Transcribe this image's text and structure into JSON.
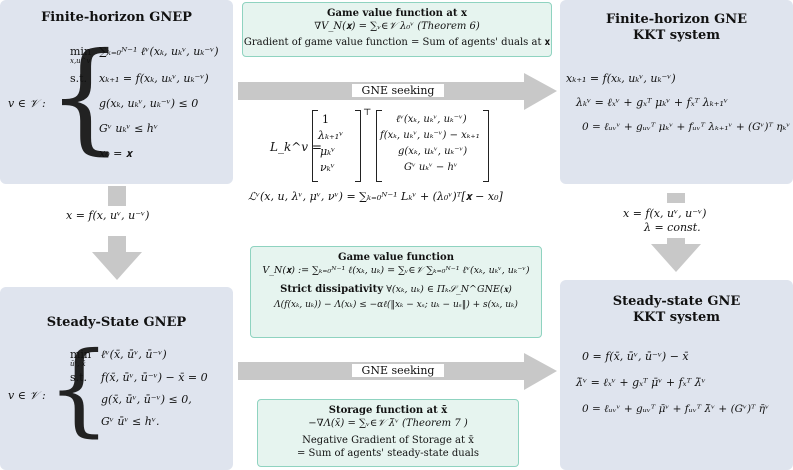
{
  "colors": {
    "box": "#dfe4ee",
    "green_fill": "#e6f4ef",
    "green_border": "#8fd3c0",
    "arrow": "#c8c8c8",
    "highlight": "#d62020"
  },
  "gnep_finite": {
    "title": "Finite-horizon GNEP",
    "set_label": "v ∈ 𝒱 :",
    "min_op": "min",
    "min_sub": "x,u^v",
    "objective": "∑ₖ₌₀ᴺ⁻¹ ℓᵛ(xₖ, uₖᵛ, uₖ⁻ᵛ)",
    "st_label": "s.t.",
    "c1": "xₖ₊₁ = f(xₖ, uₖᵛ, uₖ⁻ᵛ)",
    "c2": "g(xₖ, uₖᵛ, uₖ⁻ᵛ) ≤ 0",
    "c3": "Gᵛ uₖᵛ ≤ hᵛ",
    "c4": "x₀ = 𝐱"
  },
  "gnep_ss": {
    "title": "Steady-State GNEP",
    "set_label": "v ∈ 𝒱 :",
    "min_op": "min",
    "min_sub": "ūᵛ, x̄",
    "objective": "ℓᵛ(x̄, ūᵛ, ū⁻ᵛ)",
    "st_label": "s.t.",
    "c1": "f(x̄, ūᵛ, ū⁻ᵛ) − x̄ = 0",
    "c2": "g(x̄, ūᵛ, ū⁻ᵛ) ≤ 0,",
    "c3": "Gᵛ ūᵛ ≤ hᵛ."
  },
  "kkt_finite": {
    "title1": "Finite-horizon GNE",
    "title2": "KKT system",
    "eq1": "xₖ₊₁ = f(xₖ, uₖᵛ, uₖ⁻ᵛ)",
    "eq2": "λₖᵛ = ℓₓᵛ + gₓᵀ μₖᵛ + fₓᵀ λₖ₊₁ᵛ",
    "eq3": "0 = ℓᵤᵥᵛ + gᵤᵥᵀ μₖᵛ + fᵤᵥᵀ λₖ₊₁ᵛ + (Gᵛ)ᵀ ηₖᵛ"
  },
  "kkt_ss": {
    "title1": "Steady-state GNE",
    "title2": "KKT system",
    "eq1": "0 = f(x̄, ūᵛ, ū⁻ᵛ) − x̄",
    "eq2": "λ̄ᵛ = ℓₓᵛ + gₓᵀ μ̄ᵛ + fₓᵀ λ̄ᵛ",
    "eq3": "0 = ℓᵤᵥᵛ + gᵤᵥᵀ μ̄ᵛ + fᵤᵥᵀ λ̄ᵛ + (Gᵛ)ᵀ η̄ᵛ"
  },
  "game_value_x": {
    "title": "Game value function at 𝐱",
    "formula": "∇V_N(𝐱) = ∑ᵥ∈𝒱 λ₀ᵛ (Theorem 6)",
    "caption": "Gradient of game value function = Sum of agents' duals at 𝐱"
  },
  "lagrangian": {
    "L_label": "L_k^v =",
    "vec_left": [
      "1",
      "λₖ₊₁ᵛ",
      "μₖᵛ",
      "νₖᵛ"
    ],
    "vec_right": [
      "ℓᵛ(xₖ, uₖᵛ, uₖ⁻ᵛ)",
      "f(xₖ, uₖᵛ, uₖ⁻ᵛ) − xₖ₊₁",
      "g(xₖ, uₖᵛ, uₖ⁻ᵛ)",
      "Gᵛ uₖᵛ − hᵛ"
    ],
    "full": "ℒᵛ(x, u, λᵛ, μᵛ, νᵛ) = ∑ₖ₌₀ᴺ⁻¹ Lₖᵛ + (λ₀ᵛ)ᵀ[𝐱 − x₀]"
  },
  "arrows": {
    "gne_top": "GNE seeking",
    "gne_bottom": "GNE seeking",
    "left_label": "x = f(x, uᵛ, u⁻ᵛ)",
    "right_label1": "x = f(x, uᵛ, u⁻ᵛ)",
    "right_label2": "λ = const."
  },
  "game_value_fn": {
    "title": "Game value function",
    "formula": "V_N(𝐱) := ∑ₖ₌₀ᴺ⁻¹ ℓ(xₖ, uₖ) = ∑ᵥ∈𝒱 ∑ₖ₌₀ᴺ⁻¹ ℓᵛ(xₖ, uₖᵛ, uₖ⁻ᵛ)",
    "diss_title": "Strict dissipativity",
    "diss_cond": "∀(xₖ, uₖ) ∈ Πₖ𝒮_N^GNE(𝐱)",
    "diss_formula": "Λ(f(xₖ, uₖ)) − Λ(xₖ) ≤ −αℓ(‖xₖ − xₛ; uₖ − uₛ‖) + s(xₖ, uₖ)"
  },
  "storage": {
    "title": "Storage function at x̄",
    "formula": "−∇Λ(x̄) = ∑ᵥ∈𝒱 λ̄ᵛ (Theorem 7 )",
    "caption1": "Negative Gradient of Storage at x̄",
    "caption2": "= Sum of agents' steady-state duals"
  }
}
